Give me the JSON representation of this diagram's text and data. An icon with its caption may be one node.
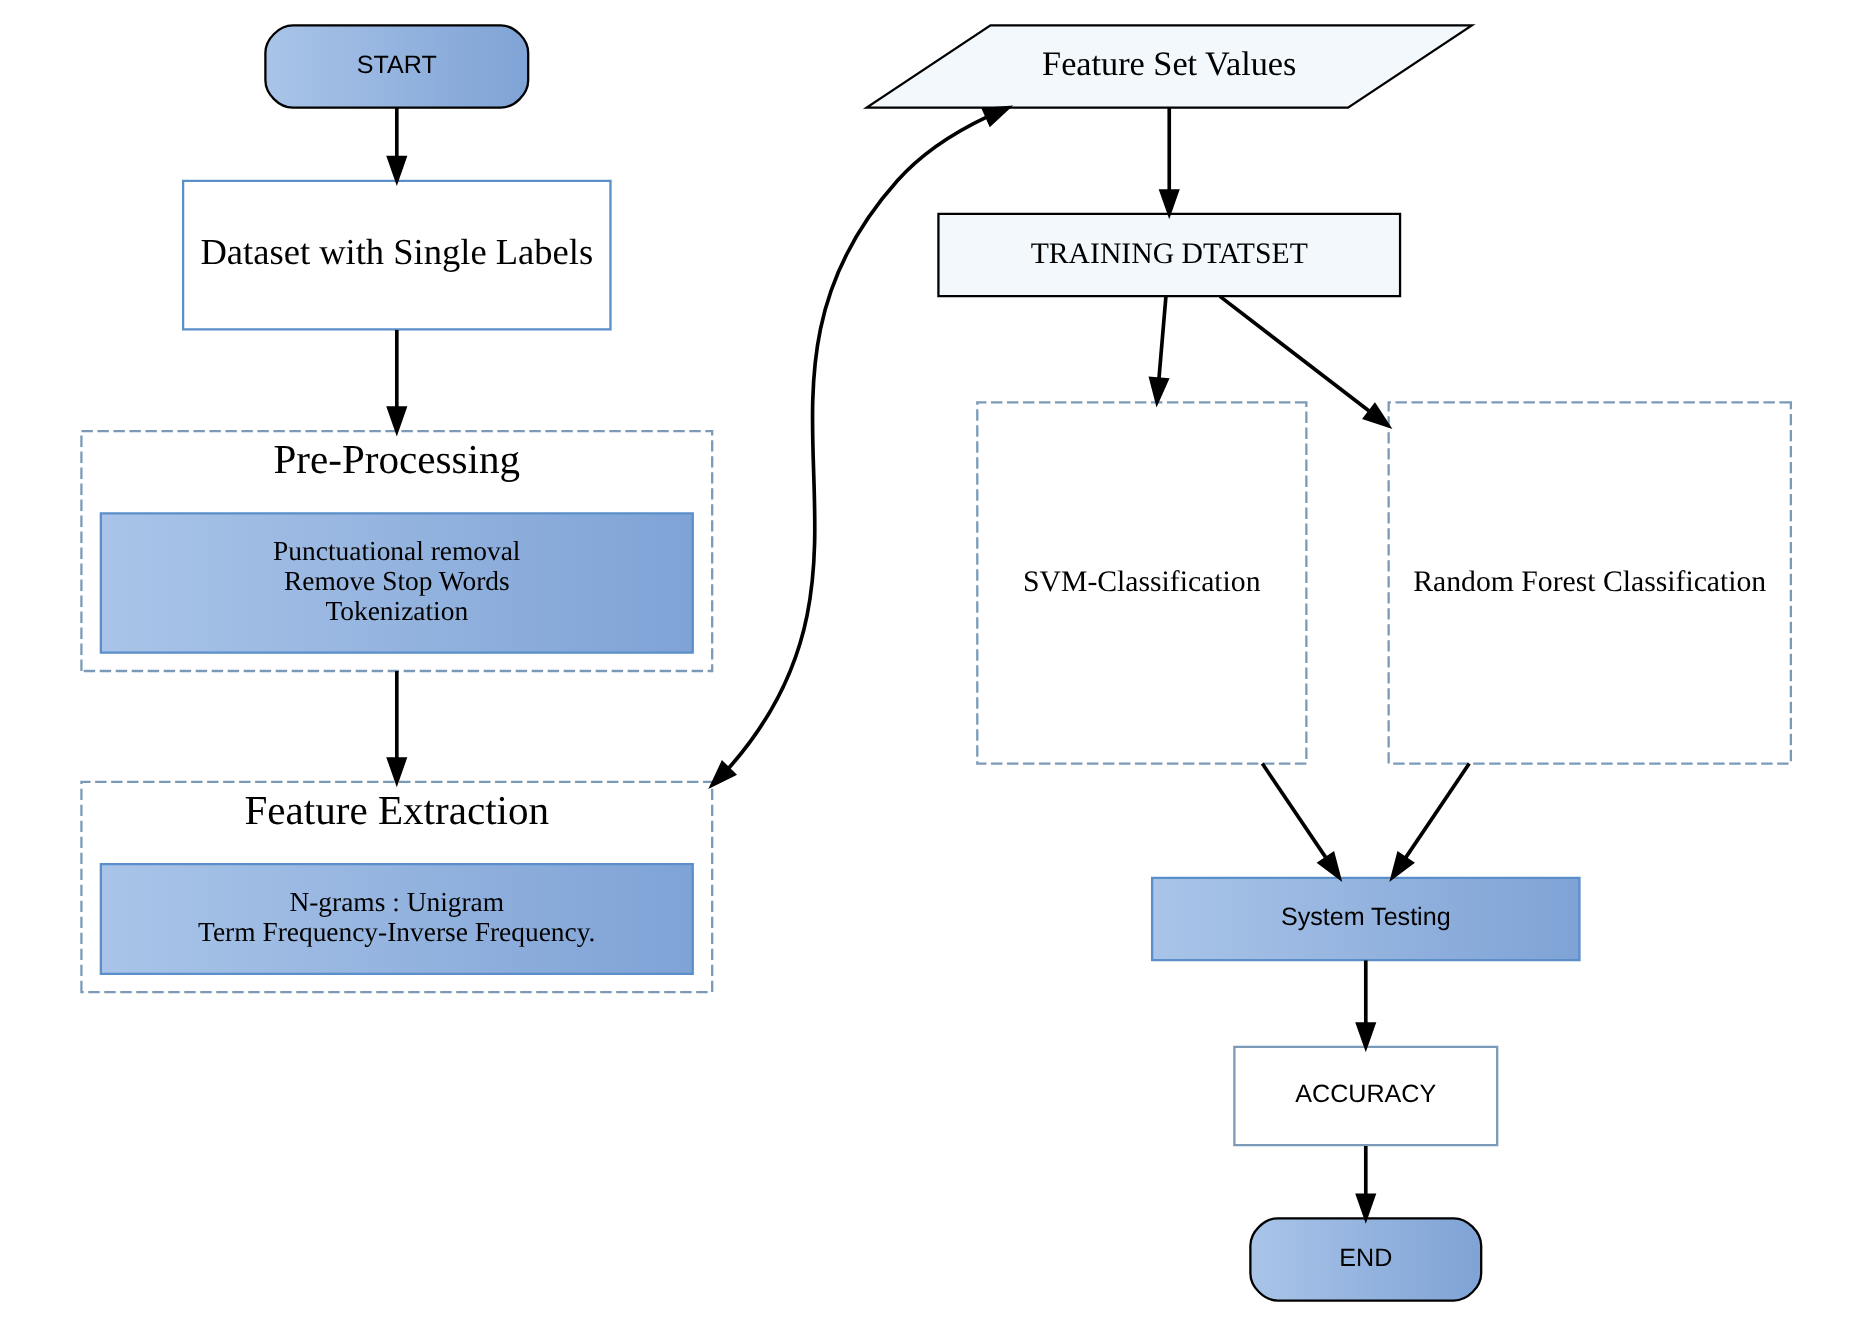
{
  "diagram": {
    "nodes": [
      {
        "text": [
          "START"
        ]
      },
      {
        "text": [
          "Dataset with Single Labels"
        ]
      },
      {
        "text": [
          "Pre-Processing"
        ]
      },
      {
        "text": [
          "Punctuational removal",
          "Remove Stop Words",
          "Tokenization"
        ],
        "in": 2
      },
      {
        "text": [
          "Feature Extraction"
        ]
      },
      {
        "text": [
          "N-grams : Unigram",
          "Term Frequency-Inverse Frequency."
        ],
        "in": 4
      },
      {
        "text": [
          "Feature Set Values"
        ]
      },
      {
        "text": [
          "TRAINING DTATSET"
        ]
      },
      {
        "text": [
          "SVM-Classification"
        ]
      },
      {
        "text": [
          "Random Forest Classification"
        ]
      },
      {
        "text": [
          "System Testing"
        ]
      },
      {
        "text": [
          "ACCURACY"
        ]
      },
      {
        "text": [
          "END"
        ]
      }
    ],
    "edges": [
      {
        "from": 0,
        "to": 1,
        "arrow": "to"
      },
      {
        "from": 1,
        "to": 2,
        "arrow": "to"
      },
      {
        "from": 2,
        "to": 4,
        "arrow": "to"
      },
      {
        "from": 4,
        "to": 6,
        "arrow": "both"
      },
      {
        "from": 6,
        "to": 7,
        "arrow": "to"
      },
      {
        "from": 7,
        "to": 8,
        "arrow": "to"
      },
      {
        "from": 7,
        "to": 9,
        "arrow": "to"
      },
      {
        "from": 8,
        "to": 10,
        "arrow": "to"
      },
      {
        "from": 9,
        "to": 10,
        "arrow": "to"
      },
      {
        "from": 10,
        "to": 11,
        "arrow": "to"
      },
      {
        "from": 11,
        "to": 12,
        "arrow": "to"
      }
    ]
  }
}
